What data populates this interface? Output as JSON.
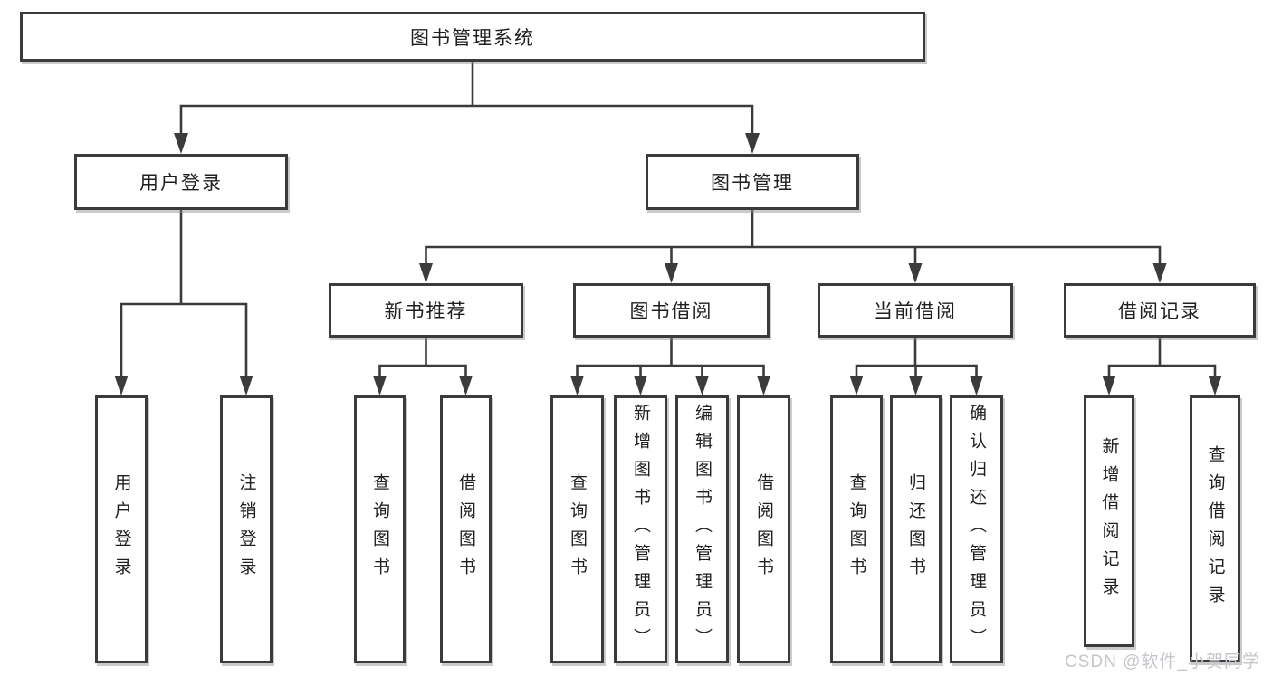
{
  "diagram_type": "hierarchy-tree",
  "colors": {
    "line": "#3b3b3b",
    "border": "#3b3b3b",
    "text": "#1f1f1f",
    "background": "#ffffff",
    "watermark": "#c5c5cb"
  },
  "watermark": "CSDN @软件_小贺同学",
  "tree": {
    "root": {
      "label": "图书管理系统"
    },
    "children": [
      {
        "label": "用户登录",
        "children": [
          {
            "label": "用户登录"
          },
          {
            "label": "注销登录"
          }
        ]
      },
      {
        "label": "图书管理",
        "children": [
          {
            "label": "新书推荐",
            "children": [
              {
                "label": "查询图书"
              },
              {
                "label": "借阅图书"
              }
            ]
          },
          {
            "label": "图书借阅",
            "children": [
              {
                "label": "查询图书"
              },
              {
                "label": "新增图书（管理员）"
              },
              {
                "label": "编辑图书（管理员）"
              },
              {
                "label": "借阅图书"
              }
            ]
          },
          {
            "label": "当前借阅",
            "children": [
              {
                "label": "查询图书"
              },
              {
                "label": "归还图书"
              },
              {
                "label": "确认归还（管理员）"
              }
            ]
          },
          {
            "label": "借阅记录",
            "children": [
              {
                "label": "新增借阅记录"
              },
              {
                "label": "查询借阅记录"
              }
            ]
          }
        ]
      }
    ]
  }
}
